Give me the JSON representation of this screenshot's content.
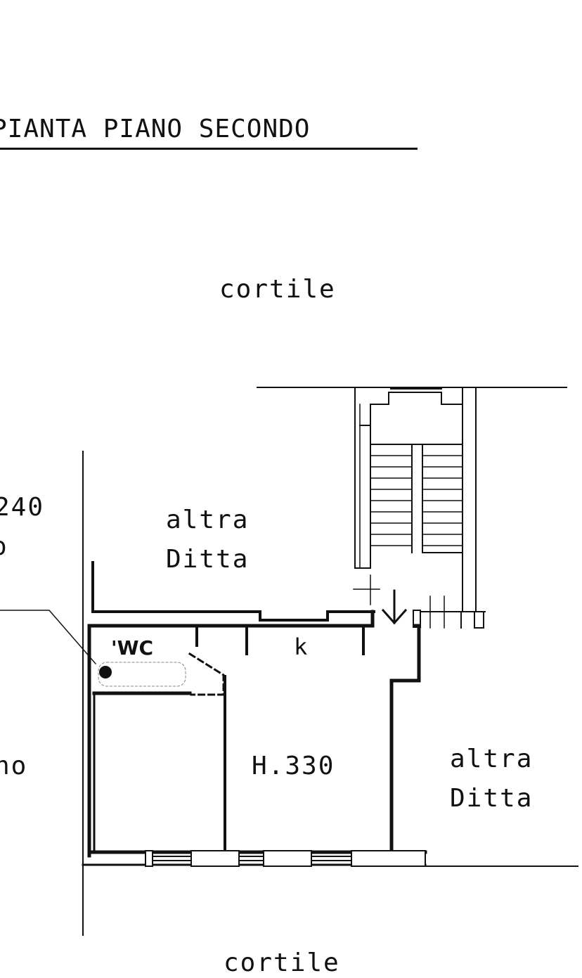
{
  "title": "PIANTA PIANO SECONDO",
  "labels": {
    "courtyard_top": "cortile",
    "courtyard_bottom": "cortile",
    "other_company_upper": [
      "altra",
      "Ditta"
    ],
    "other_company_right": [
      "altra",
      "Ditta"
    ],
    "wc": "'WC",
    "kitchen": "k",
    "height": "H.330",
    "left_partial_1": "240",
    "left_partial_2": "o",
    "left_partial_3": "no"
  }
}
